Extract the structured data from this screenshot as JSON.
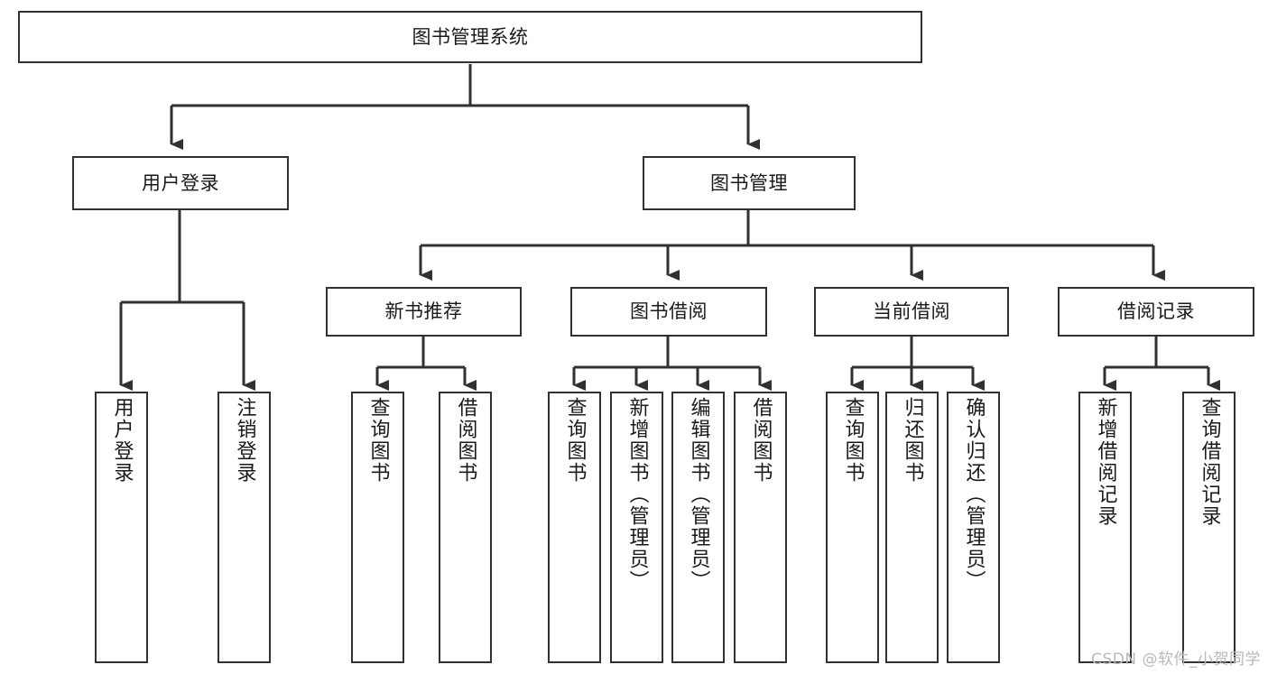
{
  "diagram": {
    "title": "图书管理系统",
    "type": "tree-hierarchy-diagram",
    "line_color": "#33312f",
    "box_fill": "#ffffff",
    "text_color": "#1a1a1a"
  },
  "root": {
    "label": "图书管理系统"
  },
  "level2": [
    {
      "label": "用户登录"
    },
    {
      "label": "图书管理"
    }
  ],
  "level3": [
    {
      "label": "新书推荐"
    },
    {
      "label": "图书借阅"
    },
    {
      "label": "当前借阅"
    },
    {
      "label": "借阅记录"
    }
  ],
  "leaves": {
    "user_login": [
      {
        "label": "用户登录"
      },
      {
        "label": "注销登录"
      }
    ],
    "new_book_recommend": [
      {
        "label": "查询图书"
      },
      {
        "label": "借阅图书"
      }
    ],
    "book_borrow": [
      {
        "label": "查询图书"
      },
      {
        "label": "新增图书（管理员）"
      },
      {
        "label": "编辑图书（管理员）"
      },
      {
        "label": "借阅图书"
      }
    ],
    "current_borrow": [
      {
        "label": "查询图书"
      },
      {
        "label": "归还图书"
      },
      {
        "label": "确认归还（管理员）"
      }
    ],
    "borrow_record": [
      {
        "label": "新增借阅记录"
      },
      {
        "label": "查询借阅记录"
      }
    ]
  },
  "watermark": {
    "text": "CSDN @软件_小贺同学"
  }
}
